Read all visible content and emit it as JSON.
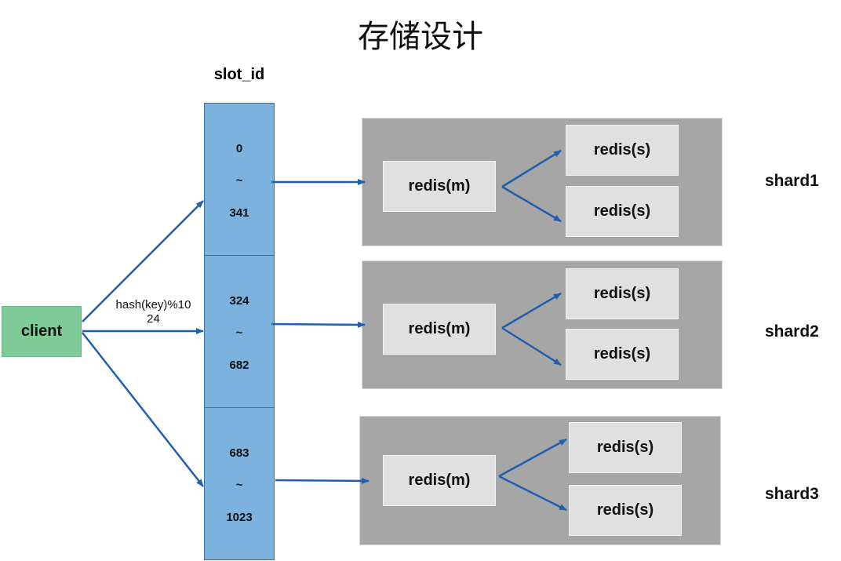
{
  "title": "存储设计",
  "slot_header": "slot_id",
  "client": {
    "label": "client"
  },
  "hash_label": {
    "line1": "hash(key)%10",
    "line2": "24"
  },
  "slots": [
    {
      "start": "0",
      "sep": "~",
      "end": "341"
    },
    {
      "start": "324",
      "sep": "~",
      "end": "682"
    },
    {
      "start": "683",
      "sep": "~",
      "end": "1023"
    }
  ],
  "shards": [
    {
      "label": "shard1",
      "master": "redis(m)",
      "slave1": "redis(s)",
      "slave2": "redis(s)"
    },
    {
      "label": "shard2",
      "master": "redis(m)",
      "slave1": "redis(s)",
      "slave2": "redis(s)"
    },
    {
      "label": "shard3",
      "master": "redis(m)",
      "slave1": "redis(s)",
      "slave2": "redis(s)"
    }
  ],
  "colors": {
    "arrow": "#1f5fad",
    "client": "#7ecb97",
    "slot": "#7db2df",
    "shard": "#a6a6a6",
    "redis": "#e0e0e0"
  }
}
